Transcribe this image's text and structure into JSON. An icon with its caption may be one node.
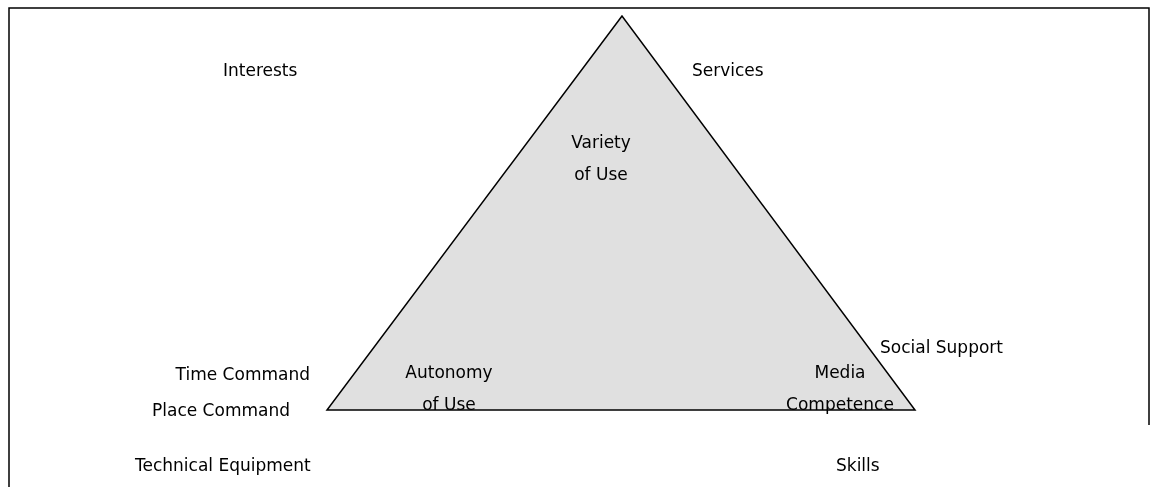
{
  "diagram": {
    "nodes": [
      {
        "text": [
          "Variety of Use",
          "Autonomy of Use",
          "Media Competence"
        ]
      }
    ],
    "labels": [
      "Interests",
      "Services",
      "Social Support",
      "Time Command",
      "Place Command",
      "Technical Equipment",
      "Skills"
    ]
  }
}
